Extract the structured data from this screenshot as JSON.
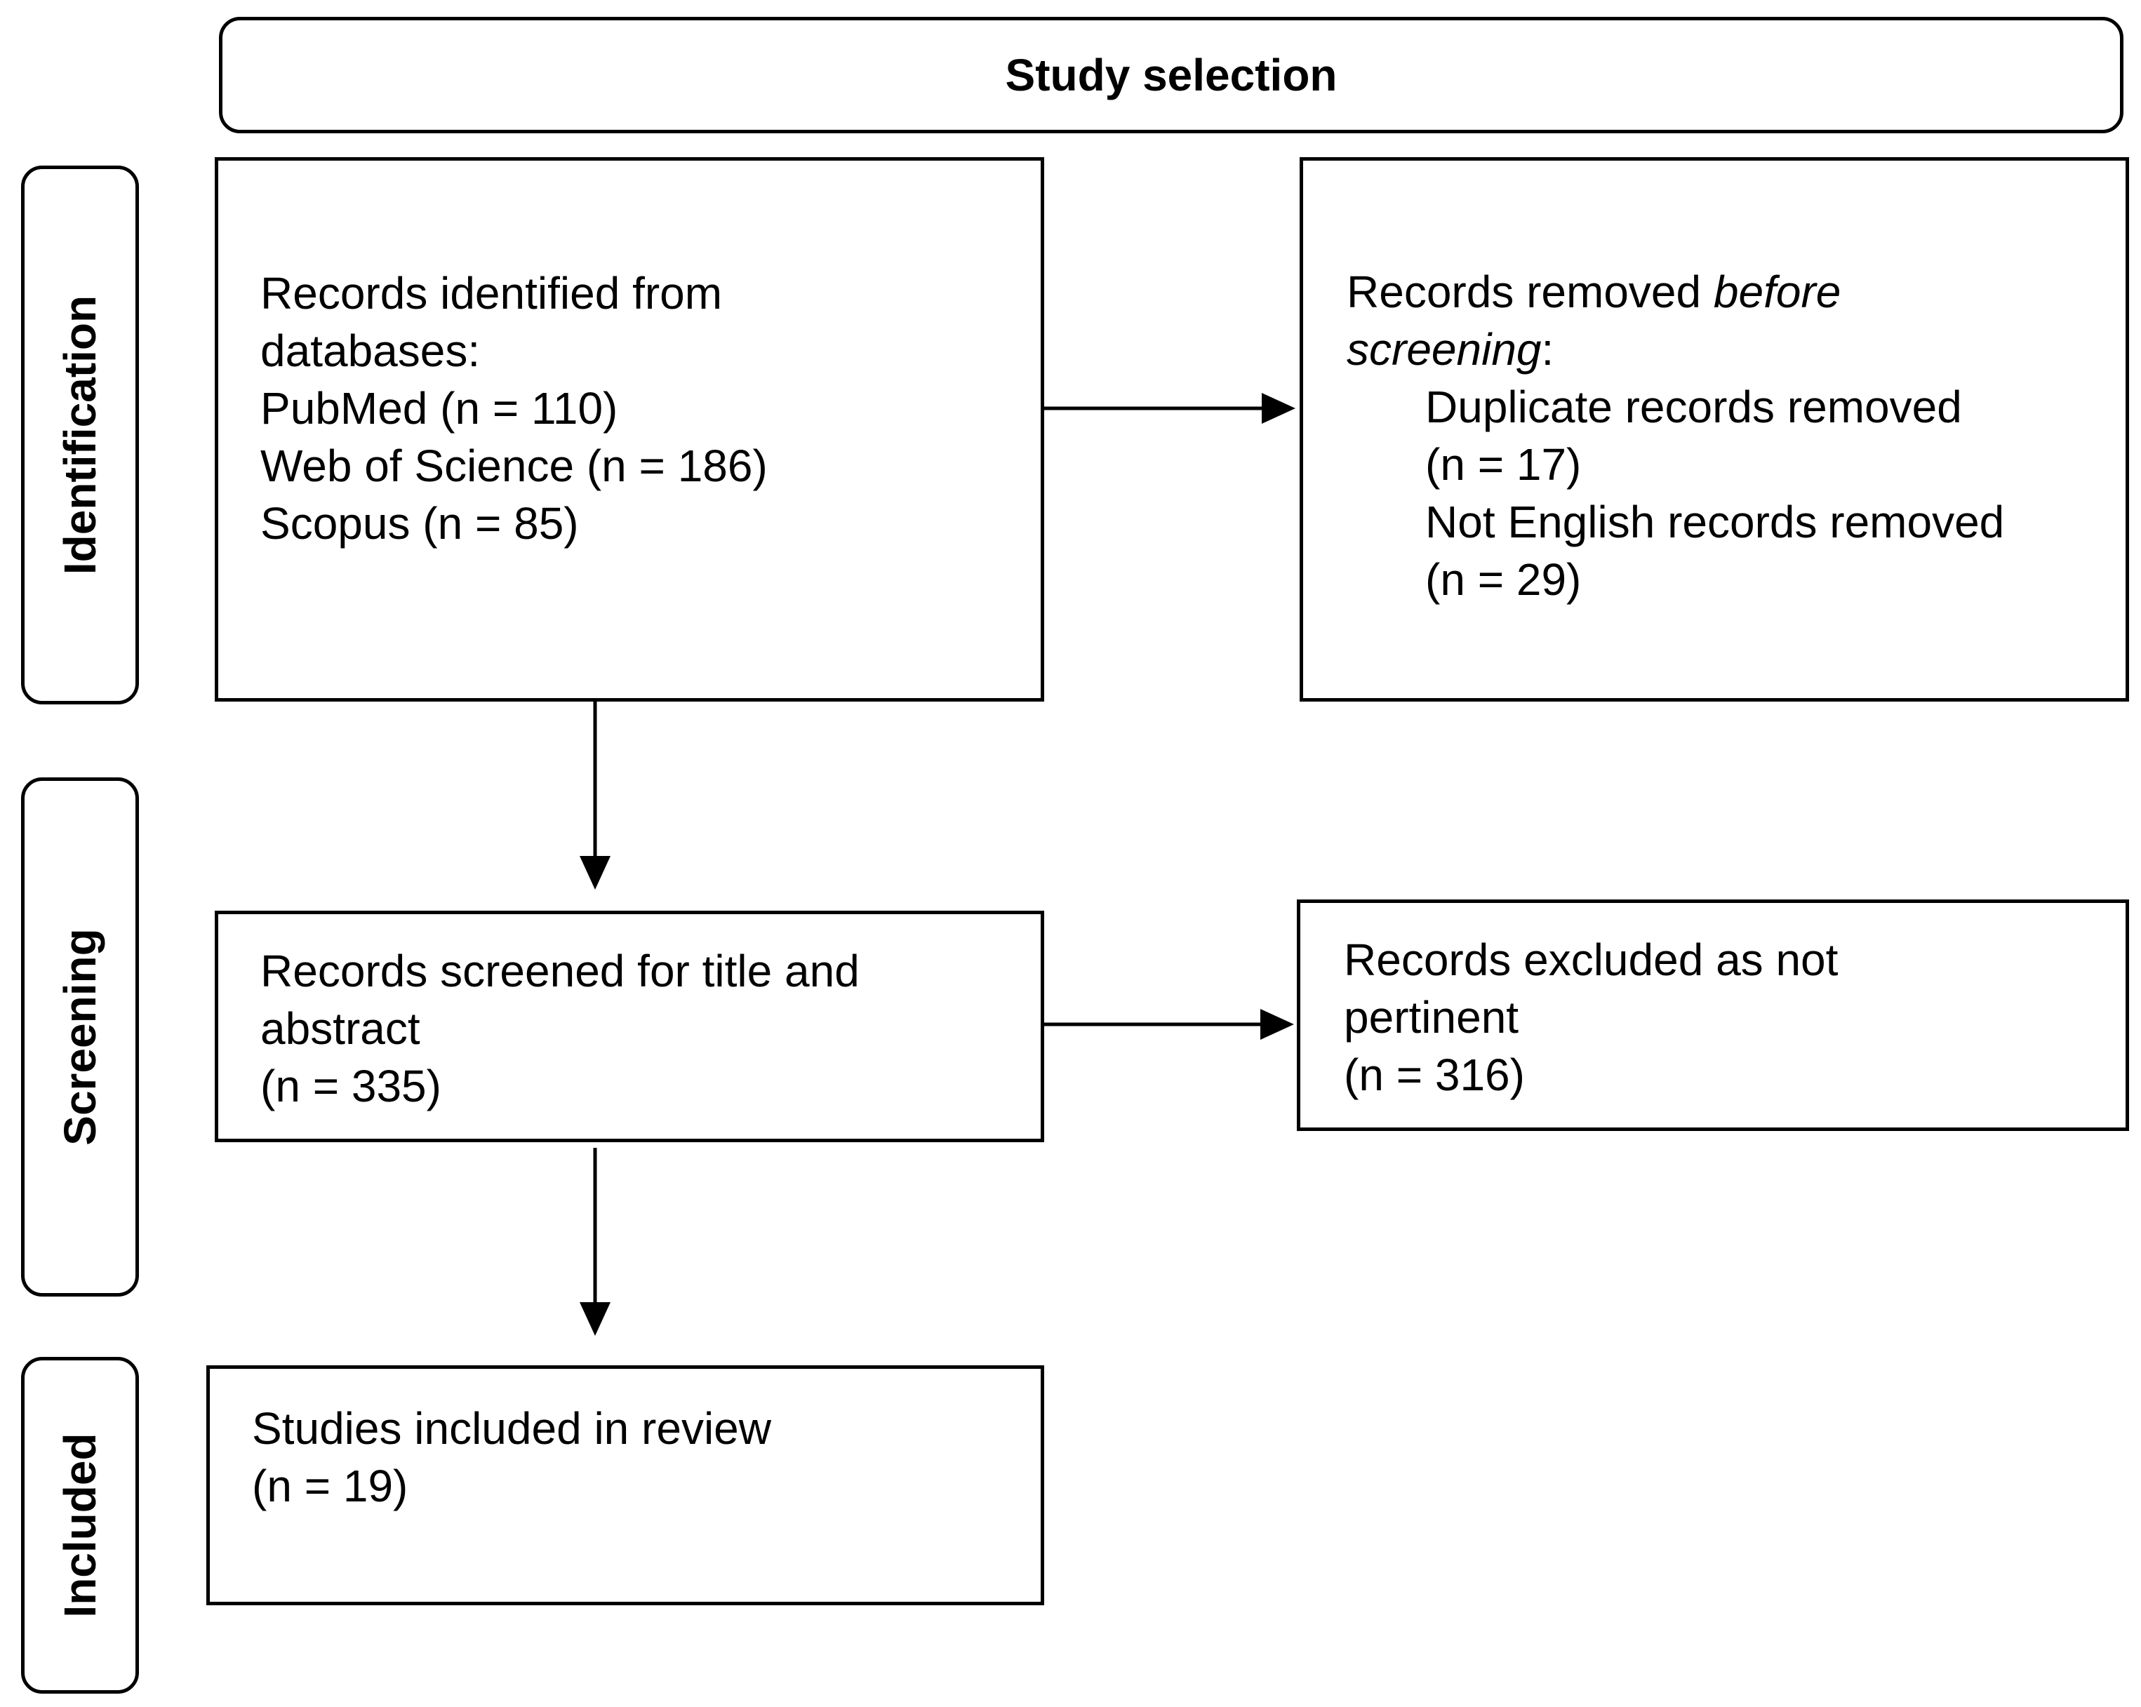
{
  "header": {
    "title": "Study selection"
  },
  "phases": {
    "identification": "Identification",
    "screening": "Screening",
    "included": "Included"
  },
  "boxes": {
    "identified": {
      "lines": [
        "Records identified from",
        "databases:",
        "PubMed (n = 110)",
        "Web of Science (n = 186)",
        "Scopus (n = 85)"
      ]
    },
    "removed": {
      "line1_prefix": "Records removed ",
      "line1_italic": "before",
      "line2_italic": "screening",
      "line2_suffix": ":",
      "duplicate_label": "Duplicate records removed",
      "duplicate_count": "(n = 17)",
      "not_english_label": "Not English records removed",
      "not_english_count": "(n = 29)"
    },
    "screened": {
      "lines": [
        "Records screened for title and",
        "abstract",
        "(n = 335)"
      ]
    },
    "excluded": {
      "lines": [
        "Records excluded as not",
        "pertinent",
        "(n = 316)"
      ]
    },
    "included": {
      "lines": [
        "Studies included in review",
        "(n = 19)"
      ]
    }
  }
}
